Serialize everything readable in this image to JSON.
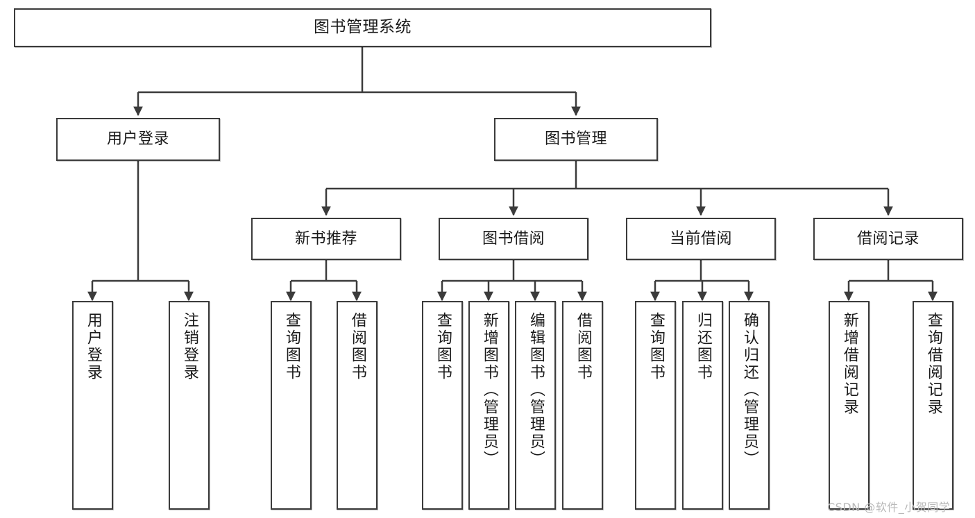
{
  "diagram": {
    "title": "图书管理系统",
    "type": "tree-hierarchy",
    "stroke_color": "#3b3b3b",
    "background_color": "#ffffff",
    "text_color": "#1a1a1a"
  },
  "root": {
    "label": "图书管理系统"
  },
  "level2": [
    {
      "label": "用户登录"
    },
    {
      "label": "图书管理"
    }
  ],
  "level3": [
    {
      "label": "新书推荐"
    },
    {
      "label": "图书借阅"
    },
    {
      "label": "当前借阅"
    },
    {
      "label": "借阅记录"
    }
  ],
  "leaves": {
    "user_login": [
      {
        "label": "用户登录"
      },
      {
        "label": "注销登录"
      }
    ],
    "new_book_recommend": [
      {
        "label": "查询图书"
      },
      {
        "label": "借阅图书"
      }
    ],
    "book_borrow": [
      {
        "label": "查询图书"
      },
      {
        "label": "新增图书（管理员）"
      },
      {
        "label": "编辑图书（管理员）"
      },
      {
        "label": "借阅图书"
      }
    ],
    "current_borrow": [
      {
        "label": "查询图书"
      },
      {
        "label": "归还图书"
      },
      {
        "label": "确认归还（管理员）"
      }
    ],
    "borrow_record": [
      {
        "label": "新增借阅记录"
      },
      {
        "label": "查询借阅记录"
      }
    ]
  },
  "watermark": {
    "text": "CSDN @软件_小贺同学",
    "color": "#b9b9b9"
  }
}
